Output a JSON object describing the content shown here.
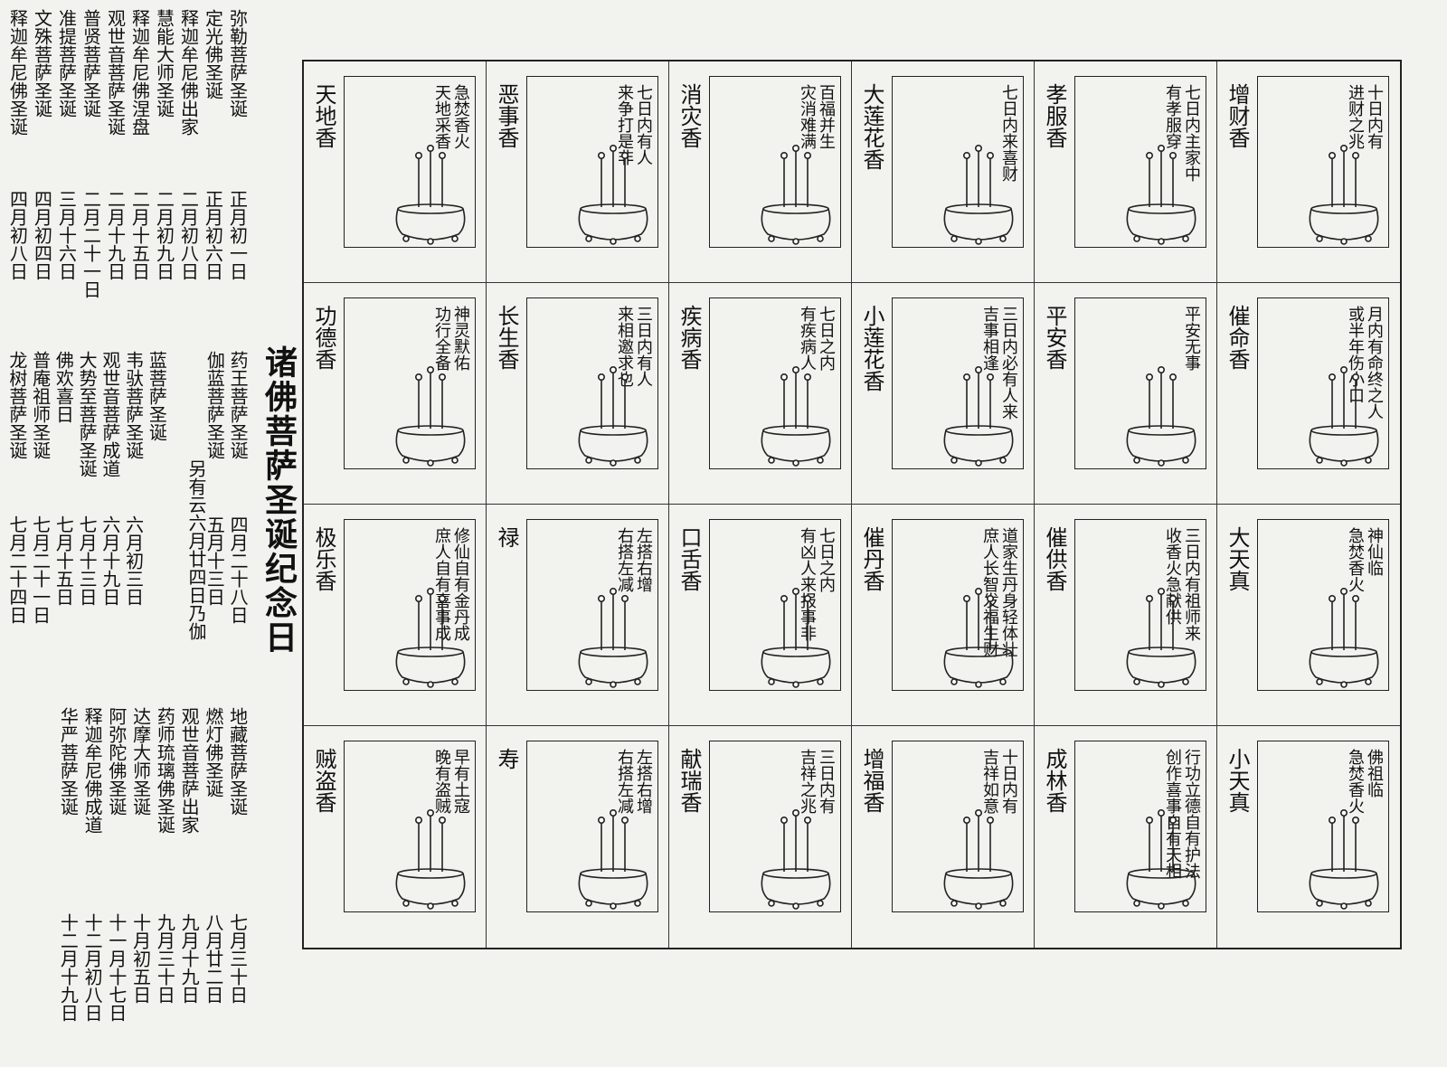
{
  "title": "诸佛菩萨圣诞纪念日",
  "note": "另有云六月廿四日乃伽",
  "calendar_blocks": [
    [
      {
        "name": "弥勒菩萨圣诞",
        "date": "正月初一日"
      },
      {
        "name": "定光佛圣诞",
        "date": "正月初六日"
      },
      {
        "name": "释迦牟尼佛出家",
        "date": "二月初八日"
      },
      {
        "name": "慧能大师圣诞",
        "date": "二月初九日"
      },
      {
        "name": "释迦牟尼佛涅盘",
        "date": "二月十五日"
      },
      {
        "name": "观世音菩萨圣诞",
        "date": "二月十九日"
      },
      {
        "name": "普贤菩萨圣诞",
        "date": "二月二十一日"
      },
      {
        "name": "准提菩萨圣诞",
        "date": "三月十六日"
      },
      {
        "name": "文殊菩萨圣诞",
        "date": "四月初四日"
      },
      {
        "name": "释迦牟尼佛圣诞",
        "date": "四月初八日"
      }
    ],
    [
      {
        "name": "药王菩萨圣诞",
        "date": "四月二十八日"
      },
      {
        "name": "伽蓝菩萨圣诞",
        "date": "五月十三日"
      },
      {
        "name": "蓝菩萨圣诞",
        "date": ""
      },
      {
        "name": "韦驮菩萨圣诞",
        "date": "六月初三日"
      },
      {
        "name": "观世音菩萨成道",
        "date": "六月十九日"
      },
      {
        "name": "大势至菩萨圣诞",
        "date": "七月十三日"
      },
      {
        "name": "佛欢喜日",
        "date": "七月十五日"
      },
      {
        "name": "普庵祖师圣诞",
        "date": "七月二十一日"
      },
      {
        "name": "龙树菩萨圣诞",
        "date": "七月二十四日"
      }
    ],
    [
      {
        "name": "地藏菩萨圣诞",
        "date": "七月三十日"
      },
      {
        "name": "燃灯佛圣诞",
        "date": "八月廿二日"
      },
      {
        "name": "观世音菩萨出家",
        "date": "九月十九日"
      },
      {
        "name": "药师琉璃佛圣诞",
        "date": "九月三十日"
      },
      {
        "name": "达摩大师圣诞",
        "date": "十月初五日"
      },
      {
        "name": "阿弥陀佛圣诞",
        "date": "十一月十七日"
      },
      {
        "name": "释迦牟尼佛成道",
        "date": "十二月初八日"
      },
      {
        "name": "华严菩萨圣诞",
        "date": "十二月十九日"
      }
    ]
  ],
  "cells": [
    {
      "name": "天地香",
      "omen": [
        "急焚香火",
        "天地采香"
      ]
    },
    {
      "name": "恶事香",
      "omen": [
        "七日内有人",
        "来争打是非"
      ]
    },
    {
      "name": "消灾香",
      "omen": [
        "百福并生",
        "灾消难满"
      ]
    },
    {
      "name": "大莲花香",
      "omen": [
        "七日内来喜财"
      ]
    },
    {
      "name": "孝服香",
      "omen": [
        "七日内主家中",
        "有孝服穿"
      ]
    },
    {
      "name": "增财香",
      "omen": [
        "十日内有",
        "进财之兆"
      ]
    },
    {
      "name": "功德香",
      "omen": [
        "神灵默佑",
        "功行全备"
      ]
    },
    {
      "name": "长生香",
      "omen": [
        "三日内有人",
        "来相邀求也"
      ]
    },
    {
      "name": "疾病香",
      "omen": [
        "七日之内",
        "有疾病人"
      ]
    },
    {
      "name": "小莲花香",
      "omen": [
        "三日内必有人来",
        "吉事相逢"
      ]
    },
    {
      "name": "平安香",
      "omen": [
        "平安无事"
      ]
    },
    {
      "name": "催命香",
      "omen": [
        "月内有命终之人",
        "或半年伤小口"
      ]
    },
    {
      "name": "极乐香",
      "omen": [
        "修仙自有金丹成",
        "庶人自有喜事成"
      ]
    },
    {
      "name": "禄",
      "omen": [
        "左搭右增",
        "右搭左减"
      ]
    },
    {
      "name": "口舌香",
      "omen": [
        "七日之内",
        "有凶人来报事非"
      ]
    },
    {
      "name": "催丹香",
      "omen": [
        "道家生丹身轻体壮",
        "庶人长智发福生财"
      ]
    },
    {
      "name": "催供香",
      "omen": [
        "三日内有祖师来",
        "收香火急献供"
      ]
    },
    {
      "name": "大天真",
      "omen": [
        "神仙临",
        "急焚香火"
      ]
    },
    {
      "name": "贼盗香",
      "omen": [
        "早有土寇",
        "晚有盗贼"
      ]
    },
    {
      "name": "寿",
      "omen": [
        "左搭右增",
        "右搭左减"
      ]
    },
    {
      "name": "献瑞香",
      "omen": [
        "三日内有",
        "吉祥之兆"
      ]
    },
    {
      "name": "增福香",
      "omen": [
        "十日内有",
        "吉祥如意"
      ]
    },
    {
      "name": "成林香",
      "omen": [
        "行功立德自有护法",
        "创作喜事自有天相"
      ]
    },
    {
      "name": "小天真",
      "omen": [
        "佛祖临",
        "急焚香火"
      ]
    }
  ]
}
